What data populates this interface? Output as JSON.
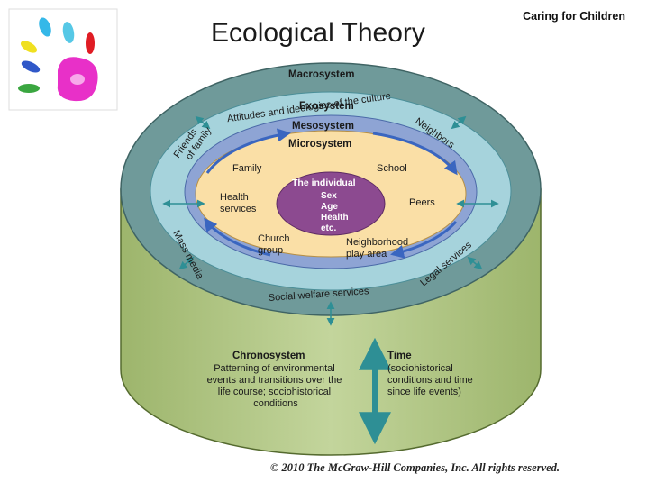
{
  "header": {
    "title": "Ecological Theory",
    "tag": "Caring for Children"
  },
  "footer": {
    "copyright": "© 2010 The McGraw-Hill Companies, Inc. All rights reserved."
  },
  "diagram": {
    "macrosystem": "Macrosystem",
    "macro_desc": "Attitudes and ideologies of the culture",
    "exosystem": "Exosystem",
    "mesosystem": "Mesosystem",
    "microsystem": "Microsystem",
    "friends": "Friends of family",
    "friends_l1": "Friends",
    "friends_l2": "of family",
    "neighbors": "Neighbors",
    "mass_media": "Mass media",
    "legal_services": "Legal services",
    "social_welfare": "Social welfare services",
    "individual_title": "The individual",
    "individual_items": [
      "Sex",
      "Age",
      "Health",
      "etc."
    ],
    "family": "Family",
    "school": "School",
    "health_l1": "Health",
    "health_l2": "services",
    "peers": "Peers",
    "church_l1": "Church",
    "church_l2": "group",
    "neighborhood_l1": "Neighborhood",
    "neighborhood_l2": "play area",
    "chronosystem_title": "Chronosystem",
    "chronosystem_lines": [
      "Patterning of environmental",
      "events and transitions over the",
      "life course; sociohistorical",
      "conditions"
    ],
    "time_title": "Time",
    "time_lines": [
      "(sociohistorical",
      "conditions and time",
      "since life events)"
    ]
  },
  "colors": {
    "cylinder_side": "#b9cc8e",
    "macro_ring": "#6f9a9a",
    "exo_ring": "#a6d3dc",
    "meso_ring": "#8ea4d4",
    "micro_disk": "#fadfa6",
    "individual": "#8c4a90",
    "arrow_teal": "#2e8f95"
  }
}
